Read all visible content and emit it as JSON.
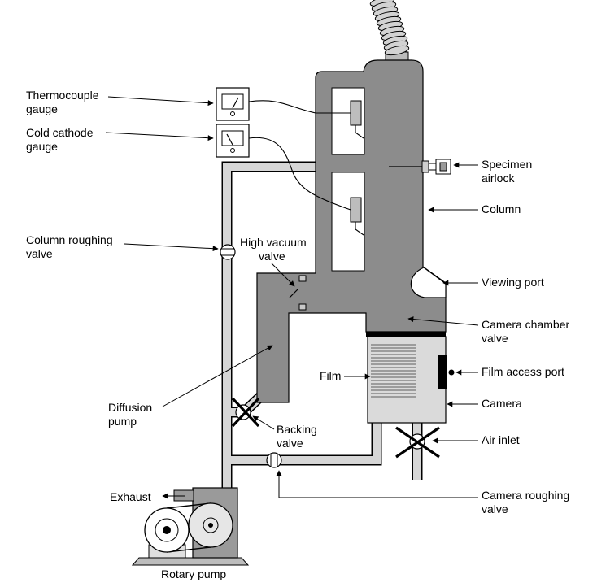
{
  "labels": {
    "thermocouple_gauge": [
      "Thermocouple",
      "gauge"
    ],
    "cold_cathode_gauge": [
      "Cold cathode",
      "gauge"
    ],
    "column_roughing_valve": [
      "Column roughing",
      "valve"
    ],
    "high_vacuum_valve": [
      "High vacuum",
      "valve"
    ],
    "diffusion_pump": [
      "Diffusion",
      "pump"
    ],
    "backing_valve": [
      "Backing",
      "valve"
    ],
    "exhaust": "Exhaust",
    "rotary_pump": "Rotary pump",
    "specimen_airlock": [
      "Specimen",
      "airlock"
    ],
    "column": "Column",
    "viewing_port": "Viewing port",
    "camera_chamber_valve": [
      "Camera chamber",
      "valve"
    ],
    "film_access_port": "Film access port",
    "camera": "Camera",
    "air_inlet": "Air inlet",
    "camera_roughing_valve": [
      "Camera roughing",
      "valve"
    ],
    "film": "Film"
  }
}
